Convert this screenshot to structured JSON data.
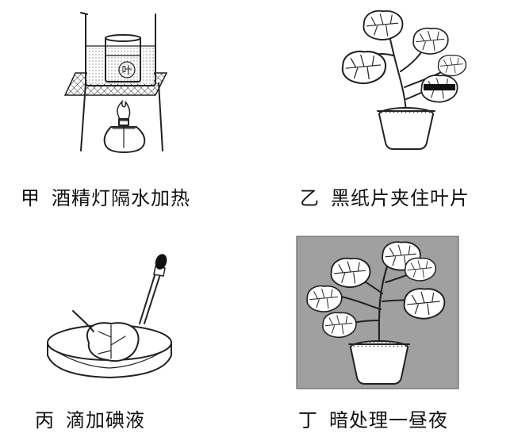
{
  "panels": [
    {
      "label": "甲",
      "text": "酒精灯隔水加热"
    },
    {
      "label": "乙",
      "text": "黑纸片夹住叶片"
    },
    {
      "label": "丙",
      "text": "滴加碘液"
    },
    {
      "label": "丁",
      "text": "暗处理一昼夜"
    }
  ],
  "beaker_text": "叶",
  "colors": {
    "ink": "#222222",
    "dark_bg": "#a0a0a0",
    "black_paper": "#111111"
  }
}
